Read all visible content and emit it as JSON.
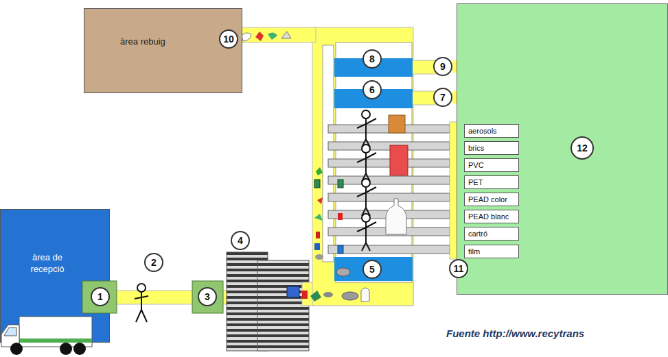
{
  "diagram": {
    "nodes": [
      {
        "text": [
          "àrea rebuig"
        ]
      },
      {
        "text": [
          "10"
        ]
      },
      {
        "text": [
          "8"
        ]
      },
      {
        "text": [
          "9"
        ]
      },
      {
        "text": [
          "6"
        ]
      },
      {
        "text": [
          "7"
        ]
      },
      {
        "text": [
          "12"
        ]
      },
      {
        "text": [
          "aerosols"
        ],
        "in": 6
      },
      {
        "text": [
          "brics"
        ],
        "in": 6
      },
      {
        "text": [
          "PVC"
        ],
        "in": 6
      },
      {
        "text": [
          "PET"
        ],
        "in": 6
      },
      {
        "text": [
          "PEAD color"
        ],
        "in": 6
      },
      {
        "text": [
          "PEAD blanc"
        ],
        "in": 6
      },
      {
        "text": [
          "cartró"
        ],
        "in": 6
      },
      {
        "text": [
          "film"
        ],
        "in": 6
      },
      {
        "text": [
          "11"
        ]
      },
      {
        "text": [
          "4"
        ]
      },
      {
        "text": [
          "2"
        ]
      },
      {
        "text": [
          "5"
        ]
      },
      {
        "text": [
          "àrea de recepció"
        ]
      },
      {
        "text": [
          "1"
        ]
      },
      {
        "text": [
          "3"
        ]
      }
    ],
    "edges": [
      {
        "from": 3,
        "to": 6,
        "arrow": "none"
      },
      {
        "from": 5,
        "to": 6,
        "arrow": "none"
      }
    ],
    "labels": [
      "Fuente http://www.recytrans"
    ]
  }
}
